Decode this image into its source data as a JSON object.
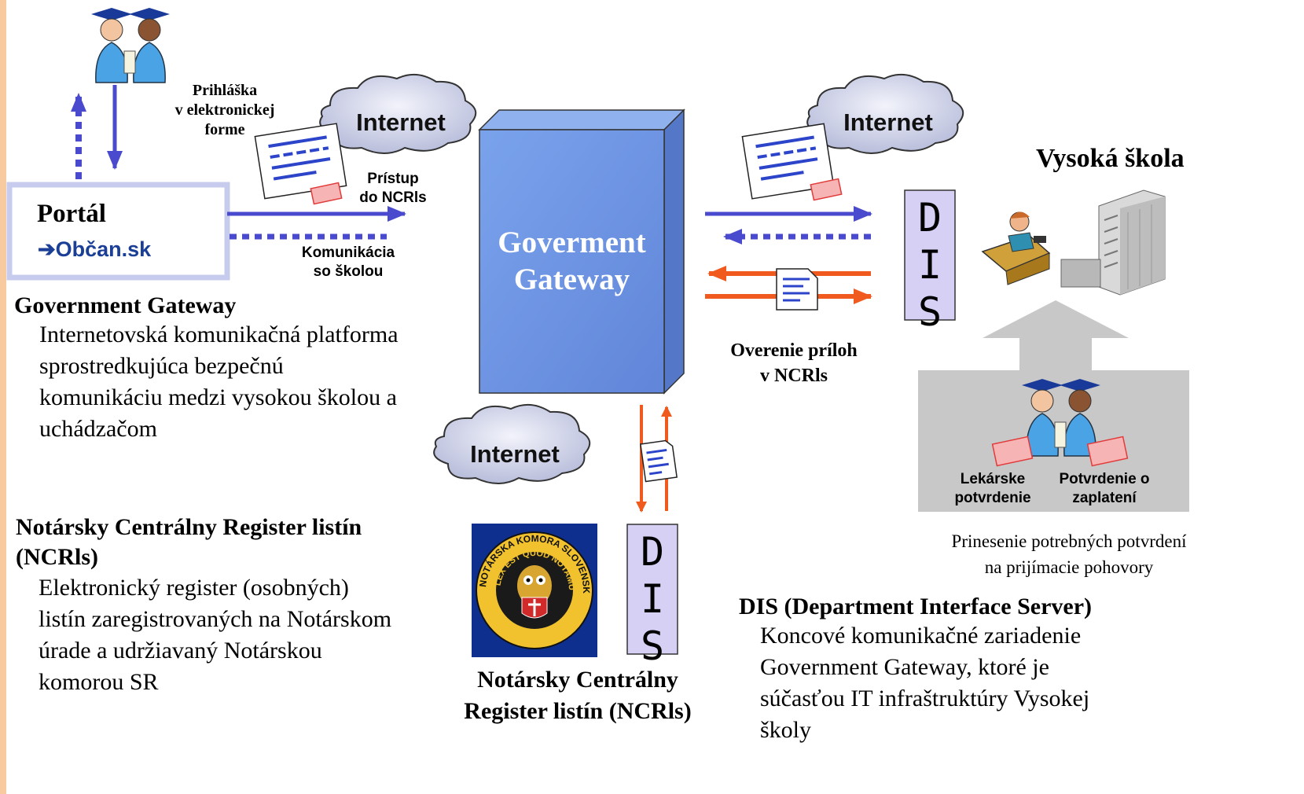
{
  "portal": {
    "title": "Portál",
    "brand": "Občan.sk"
  },
  "clouds": [
    "Internet",
    "Internet",
    "Internet"
  ],
  "labels": {
    "application": [
      "Prihláška",
      "v elektronickej",
      "forme"
    ],
    "access": [
      "Prístup",
      "do NCRls"
    ],
    "communication": [
      "Komunikácia",
      "so školou"
    ],
    "verification": [
      "Overenie príloh",
      "v NCRls"
    ],
    "medical": [
      "Lekárske",
      "potvrdenie"
    ],
    "payment": [
      "Potvrdenie o",
      "zaplatení"
    ],
    "bring": [
      "Prinesenie potrebných potvrdení",
      "na prijímacie pohovory"
    ]
  },
  "gateway": {
    "line1": "Goverment",
    "line2": "Gateway"
  },
  "university": {
    "title": "Vysoká škola"
  },
  "dis": {
    "letters": [
      "D",
      "I",
      "S"
    ]
  },
  "notary": {
    "seal_text": "NOTÁRSKA KOMORA SLOVENSKEJ REPUBLIKY",
    "seal_motto": "LEX EST QUOD NOTAMUS",
    "caption": [
      "Notársky Centrálny",
      "Register listín (NCRls)"
    ]
  },
  "descriptions": {
    "gg": {
      "title": "Government Gateway",
      "body": [
        "Internetovská komunikačná platforma",
        "sprostredkujúca bezpečnú",
        "komunikáciu medzi vysokou školou a",
        "uchádzačom"
      ]
    },
    "ncr": {
      "title": [
        "Notársky Centrálny Register listín",
        "(NCRls)"
      ],
      "body": [
        "Elektronický register (osobných)",
        "listín zaregistrovaných na Notárskom",
        "úrade a udržiavaný Notárskou",
        "komorou SR"
      ]
    },
    "dis": {
      "title": "DIS (Department Interface Server)",
      "body": [
        "Koncové komunikačné zariadenie",
        "Government Gateway, ktoré je",
        "súčasťou IT infraštruktúry Vysokej",
        "školy"
      ]
    }
  },
  "colors": {
    "blue_arrow": "#4a4acf",
    "orange_arrow": "#f05a1e",
    "gateway_front": "#6e96e3",
    "gateway_side": "#5577c8",
    "dis_fill": "#d6d0f5",
    "accent_bar": "#f7caa0"
  }
}
